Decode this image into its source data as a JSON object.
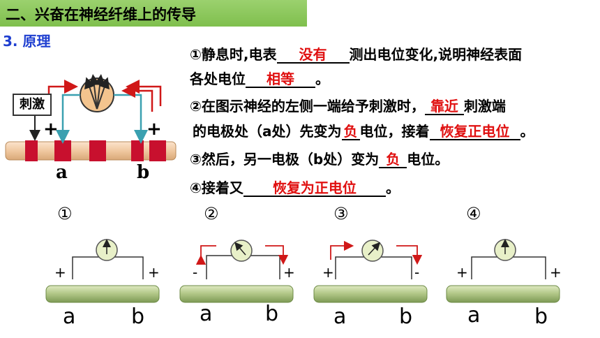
{
  "title": "二、兴奋在神经纤维上的传导",
  "section": "3. 原理",
  "stimulus_label": "刺激",
  "top_diagram": {
    "plus_left": "+",
    "plus_right": "+",
    "label_a": "a",
    "label_b": "b"
  },
  "lines": {
    "l1_pre": "①静息时,电表",
    "l1_ans": "没有",
    "l1_post": "测出电位变化,说明神经表面",
    "l2_pre": "各处电位",
    "l2_ans": "相等",
    "l2_post": "。",
    "l3_pre": "②在图示神经的左侧一端给予刺激时，",
    "l3_ans": "靠近",
    "l3_post": "刺激端",
    "l4_pre": "的电极处（a处）先变为",
    "l4_ans1": "负",
    "l4_mid": "电位，接着",
    "l4_ans2": "恢复正电位",
    "l4_post": "。",
    "l5_pre": "③然后，另一电极（b处）变为",
    "l5_ans": "负",
    "l5_post": "电位。",
    "l6_pre": "④接着又",
    "l6_ans": "恢复为正电位",
    "l6_post": "。"
  },
  "panels": [
    {
      "num": "①",
      "left_sign": "+",
      "right_sign": "+",
      "a": "a",
      "b": "b"
    },
    {
      "num": "②",
      "left_sign": "-",
      "right_sign": "+",
      "a": "a",
      "b": "b"
    },
    {
      "num": "③",
      "left_sign": "+",
      "right_sign": "-",
      "a": "a",
      "b": "b"
    },
    {
      "num": "④",
      "left_sign": "+",
      "right_sign": "+",
      "a": "a",
      "b": "b"
    }
  ],
  "colors": {
    "title_bar": "#8fca5e",
    "answer": "#e01010",
    "section": "#1f3fd0",
    "nerve": "#b5c98a",
    "meter": "#e8f0c8"
  }
}
